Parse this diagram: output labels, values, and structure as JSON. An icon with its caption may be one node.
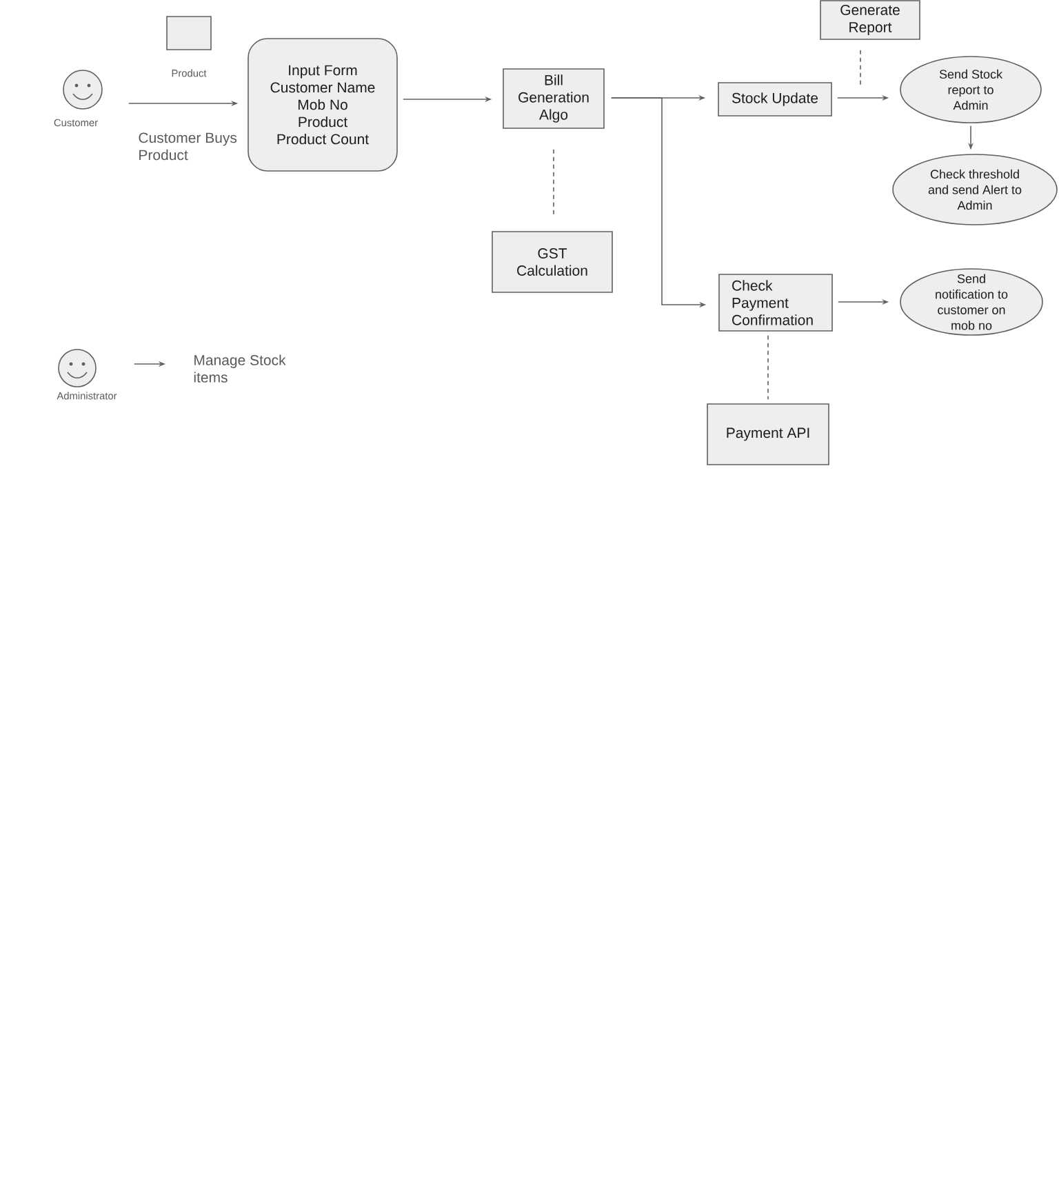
{
  "diagram": {
    "nodes": [
      {
        "text": [],
        "shape": "person",
        "beside": [
          "Customer"
        ]
      },
      {
        "text": [],
        "shape": "box",
        "beside": [
          "Product"
        ]
      },
      {
        "text": [
          "Input Form",
          "Customer Name",
          "Mob No",
          "Product",
          "Product Count"
        ]
      },
      {
        "text": [
          "Bill Generation Algo"
        ]
      },
      {
        "text": [
          "GST Calculation"
        ]
      },
      {
        "text": [
          "Generate Report"
        ]
      },
      {
        "text": [
          "Stock Update"
        ]
      },
      {
        "text": [
          "Send Stock report to Admin"
        ]
      },
      {
        "text": [
          "Check threshold and send Alert to Admin"
        ]
      },
      {
        "text": [
          "Check Payment Confirmation"
        ]
      },
      {
        "text": [
          "Send notification to customer on mob no"
        ]
      },
      {
        "text": [
          "Payment API"
        ]
      },
      {
        "text": [],
        "shape": "person",
        "beside": [
          "Administrator"
        ]
      },
      {
        "text": [
          "Manage Stock items"
        ]
      }
    ],
    "edges": [
      {
        "from": 0,
        "to": 2,
        "arrow": "to",
        "label": "Customer Buys Product"
      },
      {
        "from": 2,
        "to": 3,
        "arrow": "to"
      },
      {
        "from": 3,
        "to": 6,
        "arrow": "to"
      },
      {
        "from": 3,
        "to": 9,
        "arrow": "to"
      },
      {
        "from": 3,
        "to": 4,
        "arrow": "none",
        "style": "dashed"
      },
      {
        "from": 5,
        "to": null,
        "arrow": "none",
        "style": "dashed"
      },
      {
        "from": 6,
        "to": 7,
        "arrow": "to"
      },
      {
        "from": 7,
        "to": 8,
        "arrow": "to"
      },
      {
        "from": 9,
        "to": 10,
        "arrow": "to"
      },
      {
        "from": 9,
        "to": 11,
        "arrow": "none",
        "style": "dashed"
      },
      {
        "from": 12,
        "to": 13,
        "arrow": "to"
      }
    ]
  }
}
